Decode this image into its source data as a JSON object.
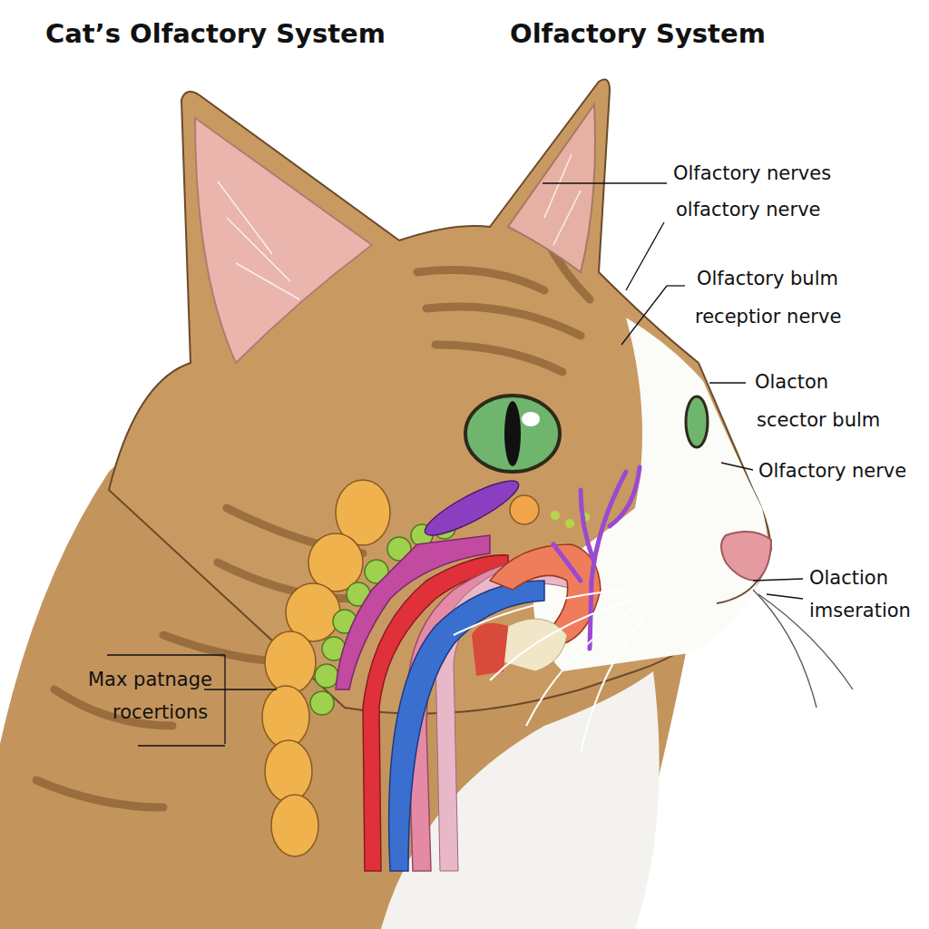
{
  "diagram": {
    "title": "Cat’s Olfactory System",
    "labels": [
      "Olfactory System",
      "Olfactory nerves",
      "olfactory nerve",
      "Olfactory bulm",
      "receptior nerve",
      "Olacton",
      "scector bulm",
      "Olfactory nerve",
      "Olaction",
      "imseration",
      "Max patnage",
      "rocertions"
    ]
  }
}
